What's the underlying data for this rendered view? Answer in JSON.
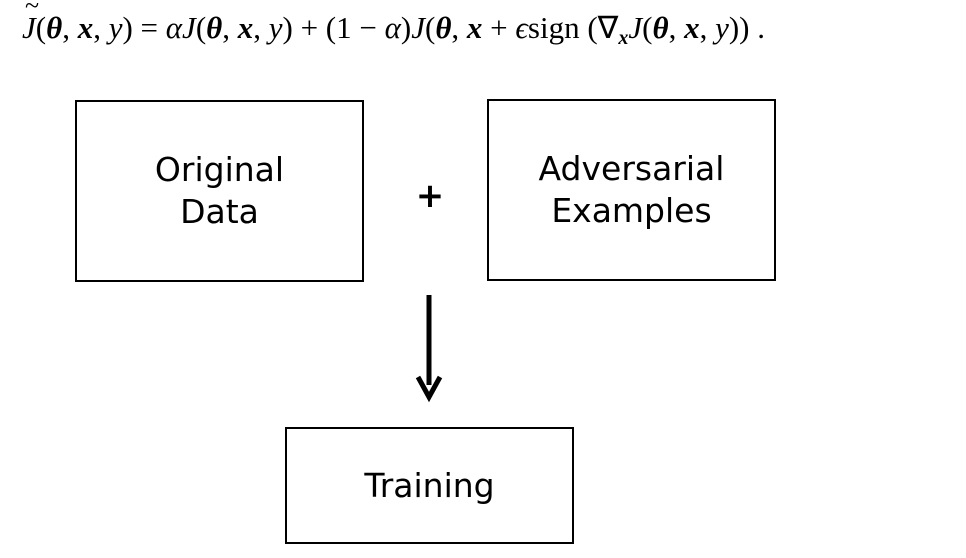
{
  "formula": {
    "lhs_J": "J",
    "lhs_args_open": "(",
    "theta": "θ",
    "comma": ", ",
    "x": "x",
    "y": "y",
    "close": ")",
    "equals": " = ",
    "alpha": "α",
    "J": "J",
    "one_minus_alpha": " + (1 − ",
    "alpha2": "α",
    "paren_close": ")",
    "plus": " + ",
    "epsilon": "ϵ",
    "sign": "sign",
    "open_big": " (∇",
    "grad_sub": "x",
    "end": ")) ."
  },
  "boxes": {
    "original": "Original\nData",
    "adversarial": "Adversarial\nExamples",
    "training": "Training"
  },
  "plus_sign": "+"
}
